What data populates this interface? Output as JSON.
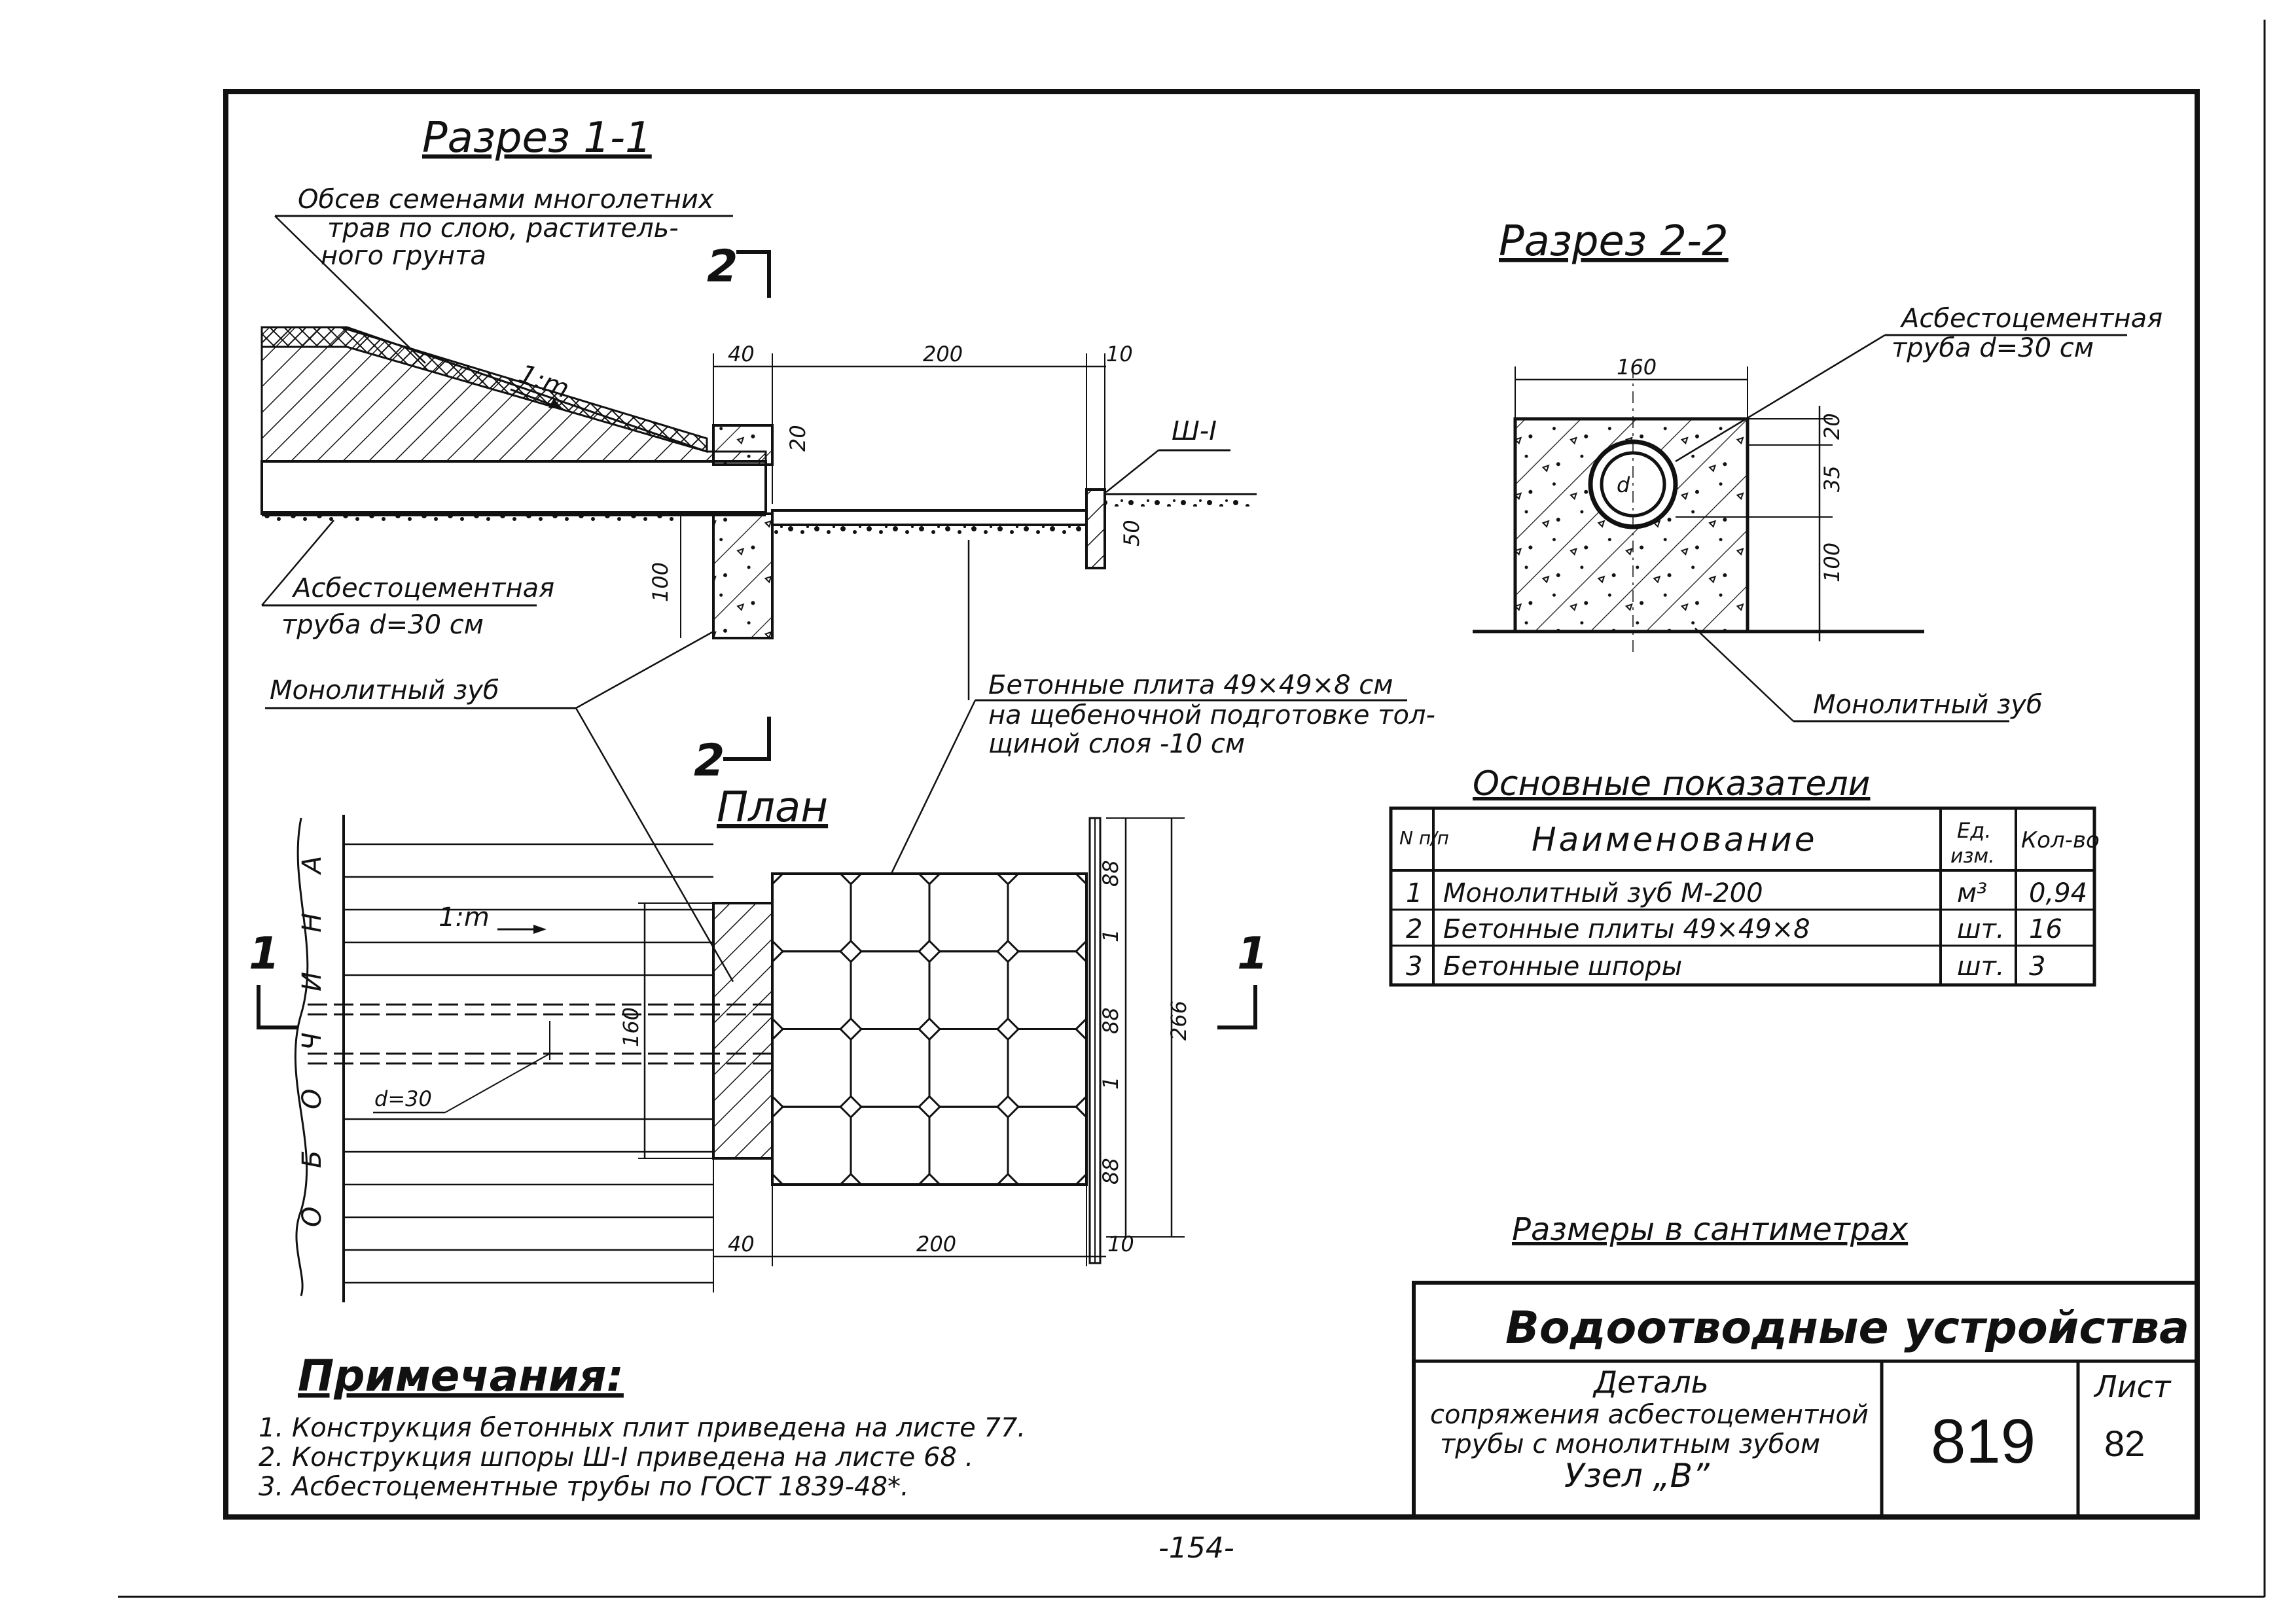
{
  "section_1": {
    "title": "Разрез 1-1",
    "seeding_note_1": "Обсев семенами многолетних",
    "seeding_note_2": "трав по слою, раститель-",
    "seeding_note_3": "ного грунта",
    "slope": "1:m",
    "spur_label": "Ш-I",
    "pipe_label_1": "Асбестоцементная",
    "pipe_label_2": "труба  d=30 см",
    "tooth_label": "Монолитный зуб",
    "slab_label_1": "Бетонные  плита  49×49×8 см",
    "slab_label_2": "на щебеночной  подготовке тол-",
    "slab_label_3": "щиной слоя -10 см",
    "dims": {
      "d40": "40",
      "d200": "200",
      "d10": "10",
      "d20": "20",
      "d100": "100",
      "d50": "50"
    },
    "cut_mark": "2"
  },
  "section_2": {
    "title": "Разрез 2-2",
    "pipe_label_1": "Асбестоцементная",
    "pipe_label_2": "труба  d=30 см",
    "tooth_label": "Монолитный  зуб",
    "dims": {
      "d160": "160",
      "d20": "20",
      "d35": "35",
      "d100": "100"
    },
    "pipe_d": "d"
  },
  "plan": {
    "title": "План",
    "shoulder_letters": [
      "О",
      "Б",
      "О",
      "Ч",
      "И",
      "Н",
      "А"
    ],
    "slope": "1:m",
    "pipe_d": "d=30",
    "dims": {
      "d160": "160",
      "d40": "40",
      "d200": "200",
      "d10": "10",
      "d88a": "88",
      "d1a": "1",
      "d88b": "88",
      "d1b": "1",
      "d88c": "88",
      "d266": "266"
    },
    "cut_mark": "1"
  },
  "indicators": {
    "title": "Основные      показатели",
    "headers": {
      "num": "N п/п",
      "name": "Наименование",
      "unit_1": "Ед.",
      "unit_2": "изм.",
      "qty": "Кол-во"
    },
    "rows": [
      {
        "n": "1",
        "name": "Монолитный  зуб  М-200",
        "unit": "м³",
        "qty": "0,94"
      },
      {
        "n": "2",
        "name": "Бетонные  плиты  49×49×8",
        "unit": "шт.",
        "qty": "16"
      },
      {
        "n": "3",
        "name": "Бетонные  шпоры",
        "unit": "шт.",
        "qty": "3"
      }
    ]
  },
  "units_note": "Размеры  в  сантиметрах",
  "notes": {
    "title": "Примечания:",
    "items": [
      "1. Конструкция  бетонных  плит  приведена  на  листе 77.",
      "2. Конструкция  шпоры  Ш-I  приведена  на листе 68 .",
      "3. Асбестоцементные  трубы  по  ГОСТ  1839-48*."
    ]
  },
  "title_block": {
    "heading": "Водоотводные   устройства",
    "detail_1": "Деталь",
    "detail_2": "сопряжения асбестоцементной",
    "detail_3": "трубы с монолитным  зубом",
    "detail_4": "Узел „В”",
    "number": "819",
    "sheet_label": "Лист",
    "sheet_number": "82"
  },
  "page_number": "-154-"
}
